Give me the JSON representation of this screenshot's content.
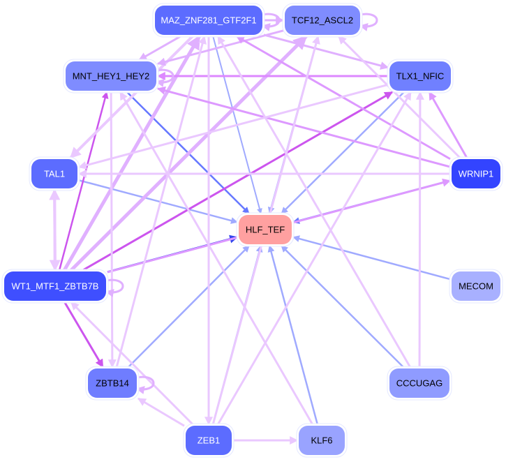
{
  "graph": {
    "title": "Regulatory network",
    "nodes": [
      {
        "id": "MAZ_ZNF281_GTF2F1",
        "label": "MAZ_ZNF281_GTF2F1",
        "fill": "#5c6cff",
        "text": "#ffffff"
      },
      {
        "id": "TCF12_ASCL2",
        "label": "TCF12_ASCL2",
        "fill": "#7f8cff",
        "text": "#000000"
      },
      {
        "id": "MNT_HEY1_HEY2",
        "label": "MNT_HEY1_HEY2",
        "fill": "#7f8cff",
        "text": "#000000"
      },
      {
        "id": "TLX1_NFIC",
        "label": "TLX1_NFIC",
        "fill": "#7080ff",
        "text": "#000000"
      },
      {
        "id": "TAL1",
        "label": "TAL1",
        "fill": "#5c6cff",
        "text": "#ffffff"
      },
      {
        "id": "WRNIP1",
        "label": "WRNIP1",
        "fill": "#3344ff",
        "text": "#ffffff"
      },
      {
        "id": "HLF_TEF",
        "label": "HLF_TEF",
        "fill": "#ffa0a0",
        "text": "#000000"
      },
      {
        "id": "WT1_MTF1_ZBTB7B",
        "label": "WT1_MTF1_ZBTB7B",
        "fill": "#3f4fff",
        "text": "#ffffff"
      },
      {
        "id": "MECOM",
        "label": "MECOM",
        "fill": "#a8b0ff",
        "text": "#000000"
      },
      {
        "id": "ZBTB14",
        "label": "ZBTB14",
        "fill": "#6f7dff",
        "text": "#000000"
      },
      {
        "id": "CCCUGAG",
        "label": "CCCUGAG",
        "fill": "#8f9bff",
        "text": "#000000"
      },
      {
        "id": "ZEB1",
        "label": "ZEB1",
        "fill": "#5c6cff",
        "text": "#ffffff"
      },
      {
        "id": "KLF6",
        "label": "KLF6",
        "fill": "#99a3ff",
        "text": "#000000"
      }
    ],
    "edges": [
      {
        "from": "MAZ_ZNF281_GTF2F1",
        "to": "HLF_TEF",
        "color": "#a0aaff",
        "weight": 2
      },
      {
        "from": "TCF12_ASCL2",
        "to": "HLF_TEF",
        "color": "#a0aaff",
        "weight": 2.5
      },
      {
        "from": "TLX1_NFIC",
        "to": "HLF_TEF",
        "color": "#a0aaff",
        "weight": 2.5
      },
      {
        "from": "MNT_HEY1_HEY2",
        "to": "HLF_TEF",
        "color": "#6678ff",
        "weight": 2.5
      },
      {
        "from": "TAL1",
        "to": "HLF_TEF",
        "color": "#a0aaff",
        "weight": 2.5
      },
      {
        "from": "WRNIP1",
        "to": "HLF_TEF",
        "color": "#6678ff",
        "weight": 2.5
      },
      {
        "from": "WT1_MTF1_ZBTB7B",
        "to": "HLF_TEF",
        "color": "#3344ee",
        "weight": 3
      },
      {
        "from": "MECOM",
        "to": "HLF_TEF",
        "color": "#a0aaff",
        "weight": 2.5
      },
      {
        "from": "CCCUGAG",
        "to": "HLF_TEF",
        "color": "#a0aaff",
        "weight": 2.5
      },
      {
        "from": "KLF6",
        "to": "HLF_TEF",
        "color": "#a0aaff",
        "weight": 2.5
      },
      {
        "from": "ZEB1",
        "to": "HLF_TEF",
        "color": "#a0aaff",
        "weight": 2.5
      },
      {
        "from": "ZBTB14",
        "to": "HLF_TEF",
        "color": "#a0aaff",
        "weight": 2.5
      },
      {
        "from": "WT1_MTF1_ZBTB7B",
        "to": "TLX1_NFIC",
        "color": "#cc55ee",
        "weight": 3
      },
      {
        "from": "WT1_MTF1_ZBTB7B",
        "to": "MNT_HEY1_HEY2",
        "color": "#cc55ee",
        "weight": 2.5
      },
      {
        "from": "WT1_MTF1_ZBTB7B",
        "to": "ZBTB14",
        "color": "#cc55ee",
        "weight": 3
      },
      {
        "from": "WT1_MTF1_ZBTB7B",
        "to": "MAZ_ZNF281_GTF2F1",
        "color": "#e0b0ff",
        "weight": 5
      },
      {
        "from": "WT1_MTF1_ZBTB7B",
        "to": "TCF12_ASCL2",
        "color": "#e0b0ff",
        "weight": 5
      },
      {
        "from": "WT1_MTF1_ZBTB7B",
        "to": "TAL1",
        "color": "#eac8ff",
        "weight": 4
      },
      {
        "from": "WT1_MTF1_ZBTB7B",
        "to": "WRNIP1",
        "color": "#dd99ff",
        "weight": 3
      },
      {
        "from": "TAL1",
        "to": "WT1_MTF1_ZBTB7B",
        "color": "#eac8ff",
        "weight": 4
      },
      {
        "from": "TLX1_NFIC",
        "to": "MNT_HEY1_HEY2",
        "color": "#dd88ff",
        "weight": 3
      },
      {
        "from": "MAZ_ZNF281_GTF2F1",
        "to": "MNT_HEY1_HEY2",
        "color": "#e0b0ff",
        "weight": 3
      },
      {
        "from": "MAZ_ZNF281_GTF2F1",
        "to": "TLX1_NFIC",
        "color": "#e0b0ff",
        "weight": 3
      },
      {
        "from": "MAZ_ZNF281_GTF2F1",
        "to": "TAL1",
        "color": "#eac8ff",
        "weight": 4
      },
      {
        "from": "MAZ_ZNF281_GTF2F1",
        "to": "ZEB1",
        "color": "#eac8ff",
        "weight": 3
      },
      {
        "from": "MAZ_ZNF281_GTF2F1",
        "to": "TCF12_ASCL2",
        "color": "#e0b0ff",
        "weight": 3
      },
      {
        "from": "TCF12_ASCL2",
        "to": "MNT_HEY1_HEY2",
        "color": "#e0b0ff",
        "weight": 3
      },
      {
        "from": "WRNIP1",
        "to": "MAZ_ZNF281_GTF2F1",
        "color": "#dd99ff",
        "weight": 3
      },
      {
        "from": "WRNIP1",
        "to": "TCF12_ASCL2",
        "color": "#eac8ff",
        "weight": 3
      },
      {
        "from": "WRNIP1",
        "to": "TLX1_NFIC",
        "color": "#dd99ff",
        "weight": 3
      },
      {
        "from": "WRNIP1",
        "to": "MNT_HEY1_HEY2",
        "color": "#dd99ff",
        "weight": 3
      },
      {
        "from": "WRNIP1",
        "to": "TAL1",
        "color": "#eac8ff",
        "weight": 3
      },
      {
        "from": "TLX1_NFIC",
        "to": "TAL1",
        "color": "#eac8ff",
        "weight": 3
      },
      {
        "from": "CCCUGAG",
        "to": "TLX1_NFIC",
        "color": "#eac8ff",
        "weight": 3
      },
      {
        "from": "CCCUGAG",
        "to": "MAZ_ZNF281_GTF2F1",
        "color": "#eac8ff",
        "weight": 3
      },
      {
        "from": "ZEB1",
        "to": "TLX1_NFIC",
        "color": "#eac8ff",
        "weight": 3
      },
      {
        "from": "ZEB1",
        "to": "TCF12_ASCL2",
        "color": "#eac8ff",
        "weight": 3
      },
      {
        "from": "ZEB1",
        "to": "ZBTB14",
        "color": "#eac8ff",
        "weight": 3
      },
      {
        "from": "ZEB1",
        "to": "WT1_MTF1_ZBTB7B",
        "color": "#eac8ff",
        "weight": 3
      },
      {
        "from": "ZEB1",
        "to": "KLF6",
        "color": "#eac8ff",
        "weight": 3
      },
      {
        "from": "ZBTB14",
        "to": "MAZ_ZNF281_GTF2F1",
        "color": "#eac8ff",
        "weight": 3
      },
      {
        "from": "KLF6",
        "to": "MNT_HEY1_HEY2",
        "color": "#eac8ff",
        "weight": 3
      },
      {
        "from": "MNT_HEY1_HEY2",
        "to": "ZBTB14",
        "color": "#eac8ff",
        "weight": 3
      },
      {
        "from": "MAZ_ZNF281_GTF2F1",
        "to": "MAZ_ZNF281_GTF2F1",
        "color": "#e0b0ff",
        "weight": 3,
        "loop": true
      },
      {
        "from": "TCF12_ASCL2",
        "to": "TCF12_ASCL2",
        "color": "#e0b0ff",
        "weight": 3,
        "loop": true
      },
      {
        "from": "MNT_HEY1_HEY2",
        "to": "MNT_HEY1_HEY2",
        "color": "#e0b0ff",
        "weight": 3,
        "loop": true
      },
      {
        "from": "WT1_MTF1_ZBTB7B",
        "to": "WT1_MTF1_ZBTB7B",
        "color": "#e0b0ff",
        "weight": 3,
        "loop": true
      },
      {
        "from": "ZBTB14",
        "to": "ZBTB14",
        "color": "#e0b0ff",
        "weight": 3,
        "loop": true
      }
    ]
  }
}
